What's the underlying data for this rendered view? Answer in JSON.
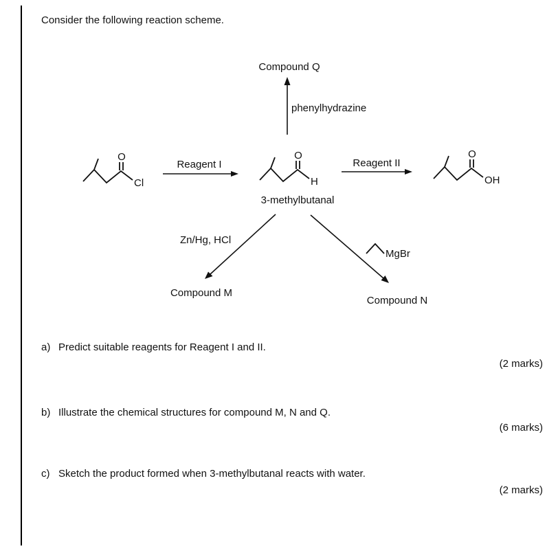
{
  "page": {
    "title": "Consider the following reaction scheme."
  },
  "scheme": {
    "compound_q_label": "Compound Q",
    "phenylhydrazine_label": "phenylhydrazine",
    "reagent_i_label": "Reagent I",
    "reagent_ii_label": "Reagent II",
    "aldehyde_name": "3-methylbutanal",
    "zn_hg_label": "Zn/Hg, HCl",
    "compound_m_label": "Compound M",
    "compound_n_label": "Compound N",
    "grignard_label": "MgBr",
    "atoms": {
      "acyl_chloride_o": "O",
      "acyl_chloride_cl": "Cl",
      "aldehyde_o": "O",
      "aldehyde_h": "H",
      "acid_o": "O",
      "acid_oh": "OH"
    }
  },
  "questions": [
    {
      "label": "a)",
      "text": "Predict suitable reagents for Reagent I and II.",
      "marks": "(2 marks)"
    },
    {
      "label": "b)",
      "text": "Illustrate the chemical structures for compound M, N and Q.",
      "marks": "(6 marks)"
    },
    {
      "label": "c)",
      "text": "Sketch the product formed when 3-methylbutanal reacts with water.",
      "marks": "(2 marks)"
    }
  ]
}
